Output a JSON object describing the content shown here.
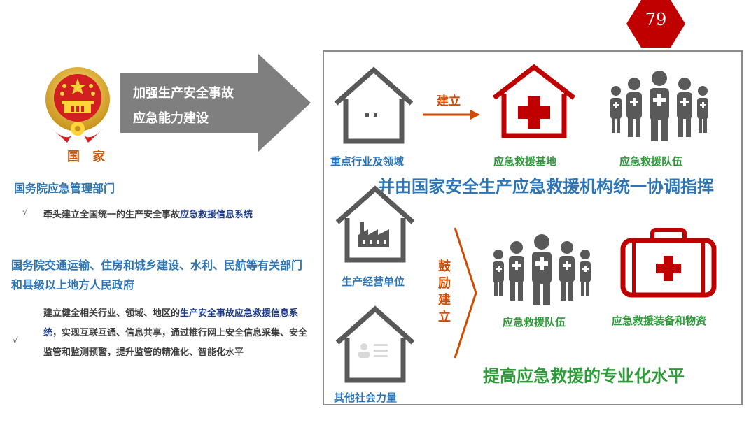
{
  "page_number": "79",
  "left": {
    "emblem_label": "国 家",
    "arrow_lines": [
      "加强生产安全事故",
      "应急能力建设"
    ],
    "dept1": "国务院应急管理部门",
    "bullet_mark": "√",
    "item1_prefix": "牵头建立全国统一的生产安全事故",
    "item1_highlight": "应急救援信息系统",
    "dept2": "国务院交通运输、住房和城乡建设、水利、民航等有关部门和县级以上地方人民政府",
    "item2_prefix": "建立健全相关行业、领域、地区的",
    "item2_highlight": "生产安全事故应急救援信息系统",
    "item2_suffix": "，实现互联互通、信息共享，通过推行网上安全信息采集、安全监管和监测预警，提升监管的精准化、智能化水平"
  },
  "diagram": {
    "key_sector_label": "重点行业及领域",
    "establish_label": "建立",
    "rescue_base_label": "应急救援基地",
    "rescue_team_label": "应急救援队伍",
    "coordination_banner": "并由国家安全生产应急救援机构统一协调指挥",
    "production_unit_label": "生产经营单位",
    "encourage_label": "鼓励建立",
    "other_forces_label": "其他社会力量",
    "rescue_team2_label": "应急救援队伍",
    "equipment_label": "应急救援装备和物资",
    "professional_banner": "提高应急救援的专业化水平"
  },
  "colors": {
    "badge_red": "#c00000",
    "arrow_gray": "#7f7f7f",
    "heading_blue": "#2e75b6",
    "highlight_navy": "#1f3c88",
    "accent_orange": "#d04a02",
    "rescue_red": "#c00000",
    "green": "#2e9a3a",
    "icon_gray": "#595959"
  }
}
